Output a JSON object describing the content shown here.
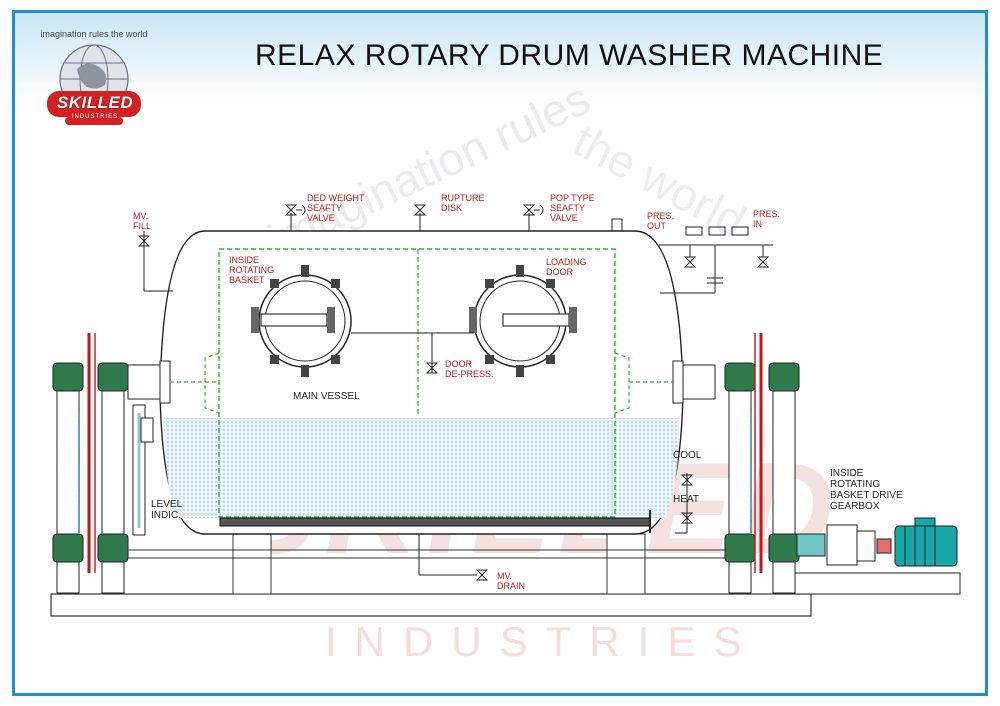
{
  "title": "RELAX ROTARY DRUM WASHER MACHINE",
  "logo": {
    "brand": "SKILLED",
    "tagline": "imagination rules the world",
    "subtext": "INDUSTRIES"
  },
  "watermark": {
    "tagline_part1": "imagination rules",
    "tagline_part2": "the world",
    "brand": "SKILLED",
    "subtext": "INDUSTRIES"
  },
  "labels": {
    "mv_fill": "MV.\nFILL",
    "ded_weight": "DED WEIGHT\nSEAFTY\nVALVE",
    "rupture": "RUPTURE\nDISK",
    "pop_type": "POP TYPE\nSEAFTY\nVALVE",
    "pres_out": "PRES.\nOUT",
    "pres_in": "PRES.\nIN",
    "inside_basket": "INSIDE\nROTATING\nBASKET",
    "loading_door": "LOADING\nDOOR",
    "door_depress": "DOOR\nDE-PRESS.",
    "main_vessel": "MAIN VESSEL",
    "level_indic": "LEVEL\nINDIC.",
    "cool": "COOL",
    "heat": "HEAT",
    "gearbox": "INSIDE\nROTATING\nBASKET DRIVE\nGEARBOX",
    "mv_drain": "MV.\nDRAIN"
  },
  "colors": {
    "border": "#1e8fd0",
    "annotation": "#c01818",
    "basket_outline": "#2bb82b",
    "water": "#cfe3f2",
    "motor": "#1aa6a6"
  }
}
